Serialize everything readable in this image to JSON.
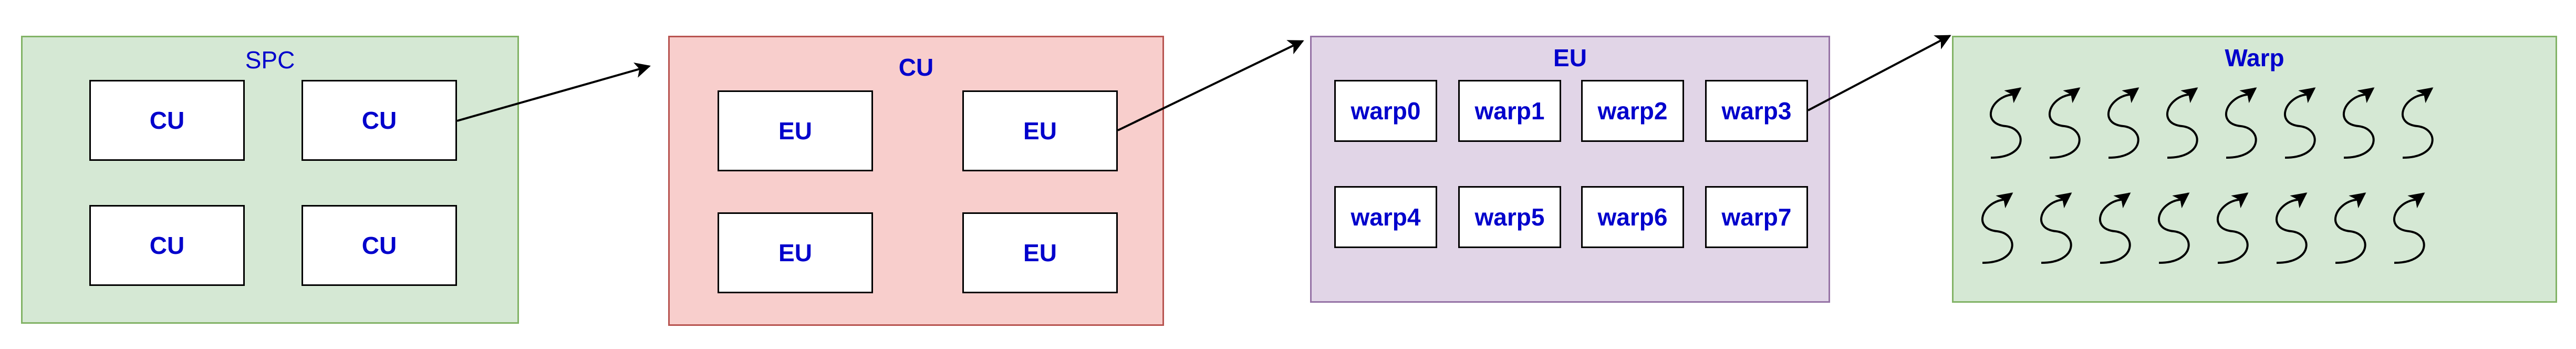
{
  "colors": {
    "spc_fill": "#d5e8d4",
    "spc_border": "#82b366",
    "cu_fill": "#f8cecc",
    "cu_border": "#b85450",
    "eu_fill": "#e1d5e7",
    "eu_border": "#9673a6",
    "warp_fill": "#d5e8d4",
    "warp_border": "#82b366",
    "label": "#0000cc",
    "box_border": "#000000",
    "arrow": "#000000"
  },
  "panels": {
    "spc": {
      "title": "SPC",
      "boxes": [
        "CU",
        "CU",
        "CU",
        "CU"
      ]
    },
    "cu": {
      "title": "CU",
      "boxes": [
        "EU",
        "EU",
        "EU",
        "EU"
      ]
    },
    "eu": {
      "title": "EU",
      "boxes": [
        "warp0",
        "warp1",
        "warp2",
        "warp3",
        "warp4",
        "warp5",
        "warp6",
        "warp7"
      ]
    },
    "warp": {
      "title": "Warp",
      "icon": "wavy-thread-arrow-icon",
      "icon_count": 16
    }
  }
}
